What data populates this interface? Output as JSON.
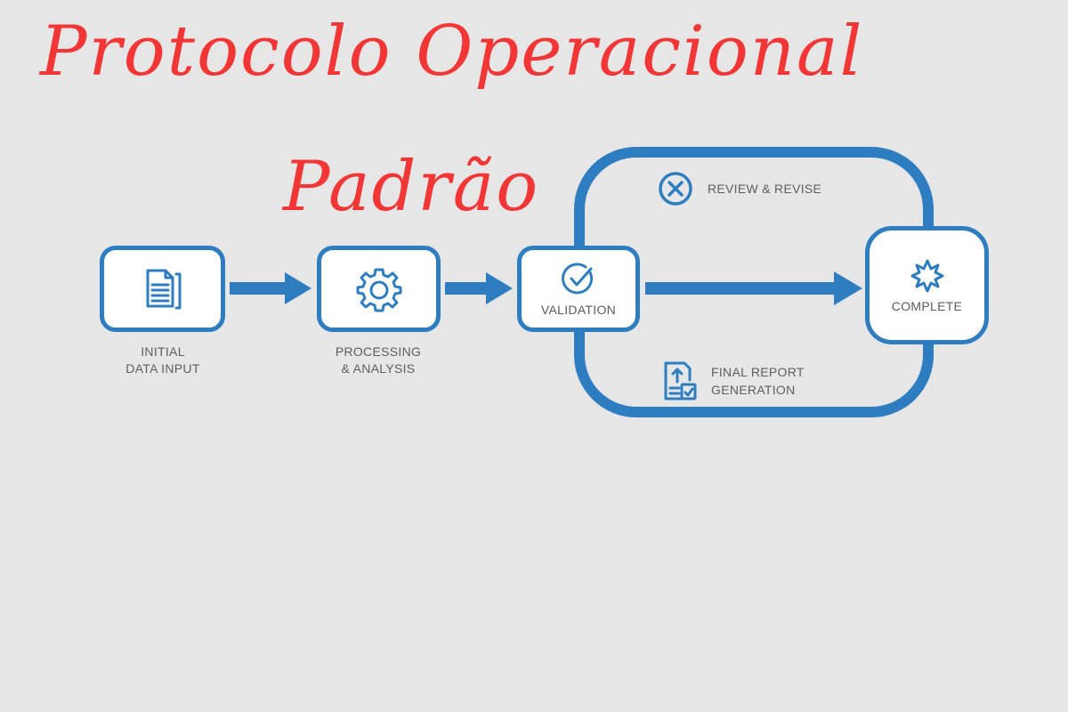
{
  "title": {
    "line1": "Protocolo Operacional",
    "line2": "Padrão",
    "color": "#f23535"
  },
  "colors": {
    "accent": "#2e7dc0",
    "background": "#e6e6e6",
    "box_fill": "#ffffff",
    "text": "#5e5e5e"
  },
  "steps": [
    {
      "id": "initial-data-input",
      "icon": "document-icon",
      "caption_line1": "INITIAL",
      "caption_line2": "DATA INPUT"
    },
    {
      "id": "processing-analysis",
      "icon": "gear-icon",
      "caption_line1": "PROCESSING",
      "caption_line2": "& ANALYSIS"
    },
    {
      "id": "validation",
      "icon": "check-circle-icon",
      "label": "VALIDATION"
    },
    {
      "id": "complete",
      "icon": "starburst-icon",
      "label": "COMPLETE"
    }
  ],
  "loop": {
    "top": {
      "icon": "x-circle-icon",
      "label": "REVIEW & REVISE"
    },
    "bottom": {
      "icon": "report-upload-icon",
      "label_line1": "FINAL REPORT",
      "label_line2": "GENERATION"
    }
  }
}
